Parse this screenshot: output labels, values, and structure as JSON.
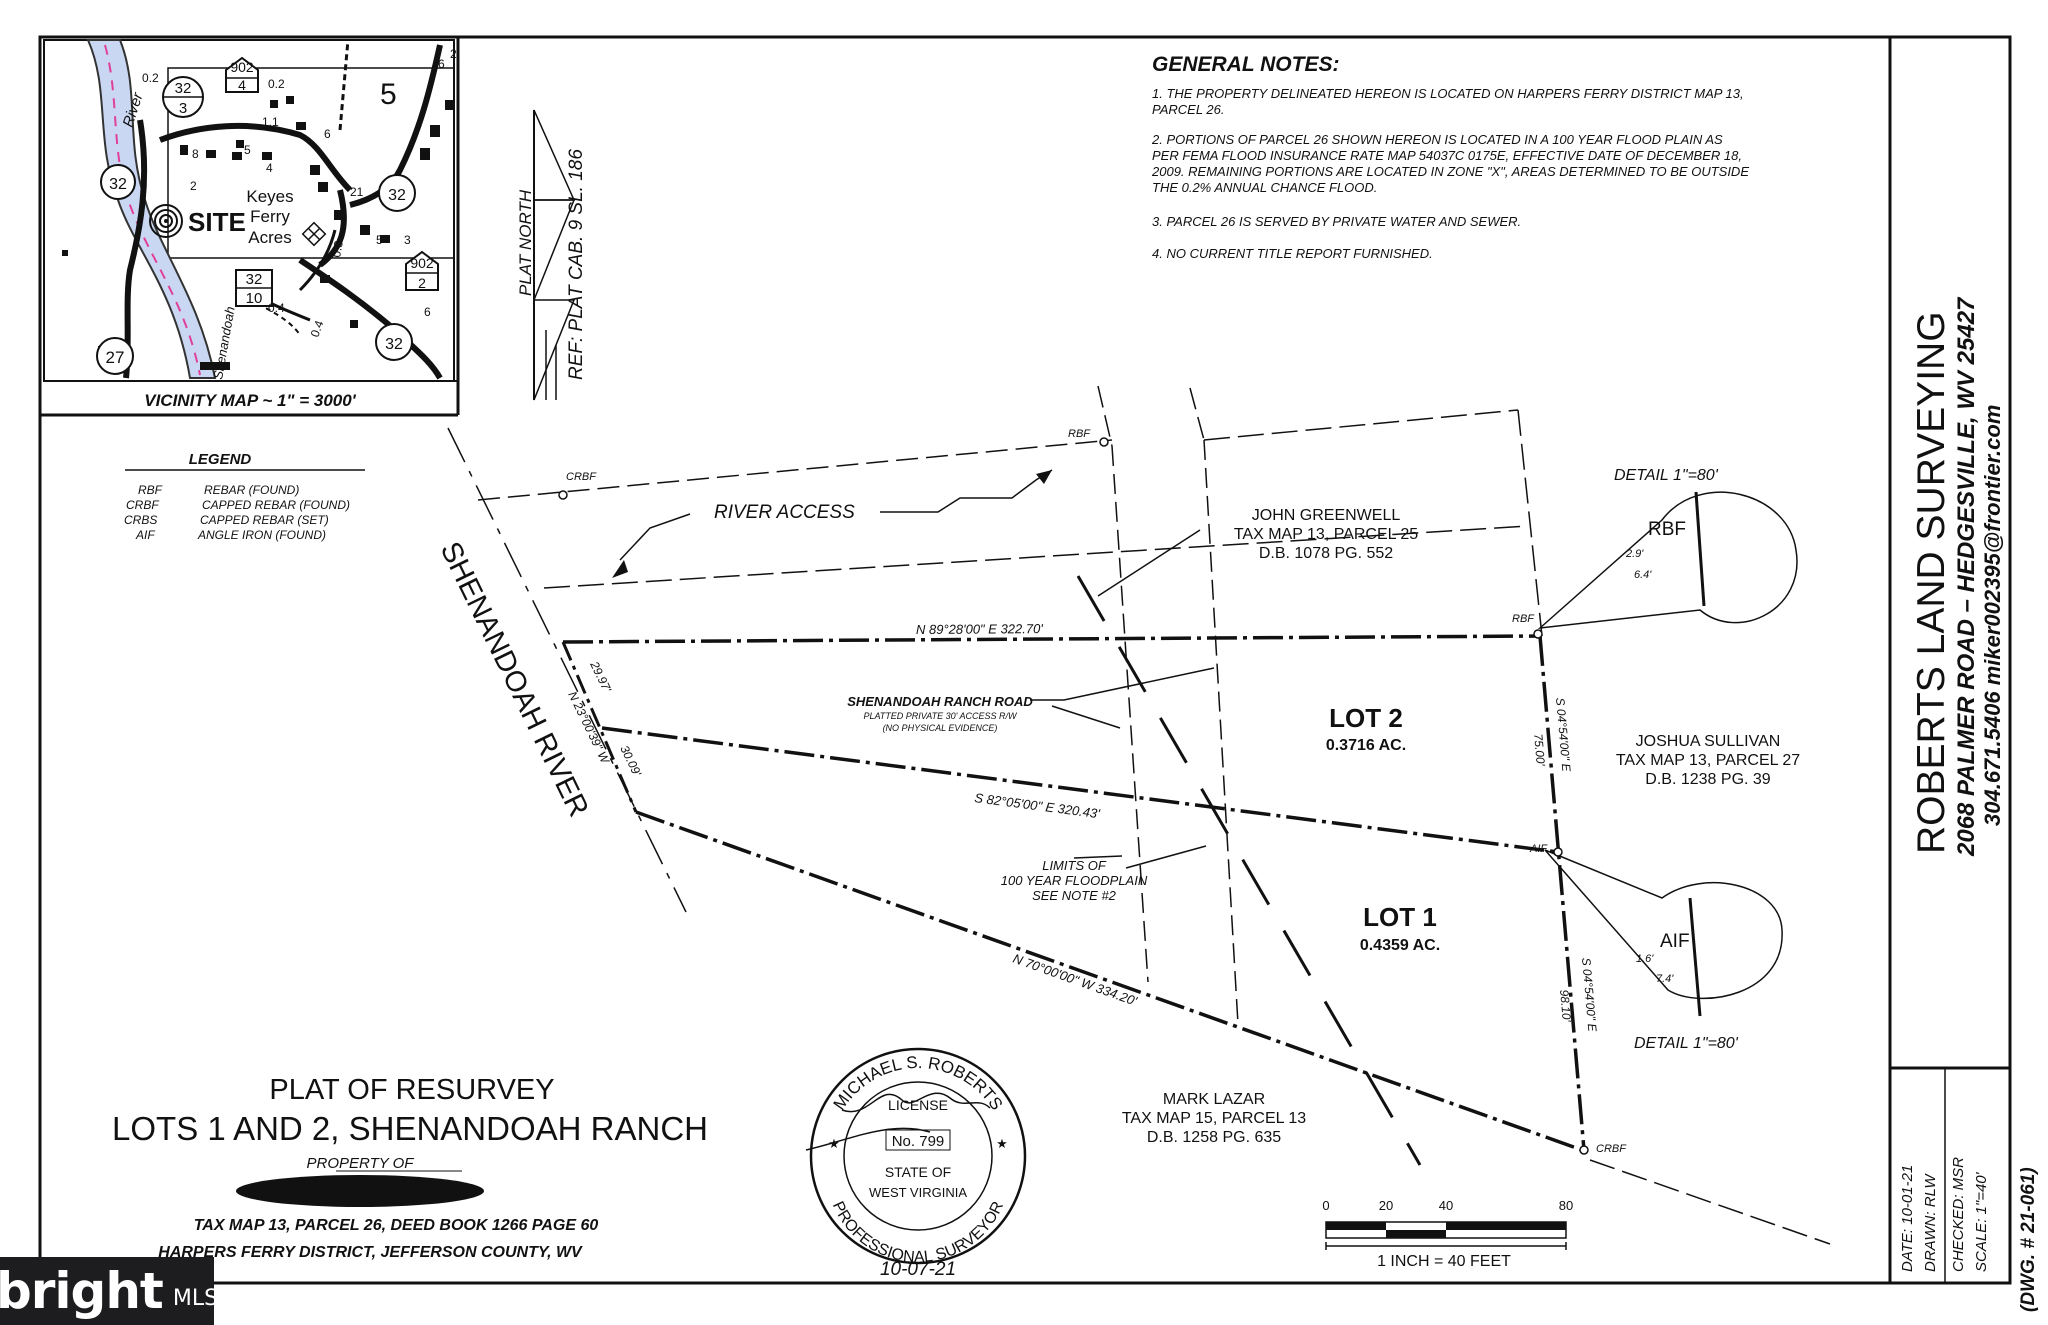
{
  "general_notes": {
    "title": "GENERAL NOTES:",
    "lines": [
      "1. THE PROPERTY DELINEATED HEREON IS LOCATED ON HARPERS FERRY DISTRICT MAP 13,",
      "PARCEL 26.",
      "2. PORTIONS OF PARCEL 26 SHOWN HEREON IS LOCATED IN A 100 YEAR FLOOD PLAIN AS",
      "PER FEMA FLOOD INSURANCE RATE MAP 54037C 0175E, EFFECTIVE DATE OF DECEMBER 18,",
      "2009.  REMAINING PORTIONS ARE LOCATED IN ZONE \"X\", AREAS DETERMINED TO BE OUTSIDE",
      "THE 0.2% ANNUAL CHANCE FLOOD.",
      "3. PARCEL 26 IS SERVED BY PRIVATE WATER AND SEWER.",
      "4. NO CURRENT TITLE REPORT FURNISHED."
    ]
  },
  "vicinity_map": {
    "caption": "VICINITY MAP ~ 1\" = 3000'",
    "site_label": "SITE",
    "subdivision_line1": "Keyes",
    "subdivision_line2": "Ferry",
    "subdivision_line3": "Acres",
    "river_label": "River",
    "shenandoah_label": "Shenandoah",
    "map_number": "5",
    "route_27": "27",
    "route_32a": "32",
    "route_32b": "32",
    "route_32c": "32",
    "route_32d": "32",
    "route_32_3_top": "32",
    "route_32_3_bottom": "3",
    "route_32_10_top": "32",
    "route_32_10_bottom": "10",
    "route_902_4_top": "902",
    "route_902_4_bottom": "4",
    "route_902_2_top": "902",
    "route_902_2_bottom": "2",
    "mile_labels": [
      "0.2",
      "0.2",
      "1.1",
      "0.3",
      "0.4",
      "0.4"
    ],
    "small_numbers": [
      "8",
      "5",
      "4",
      "6",
      "21",
      "5",
      "3",
      "6",
      "2",
      "2",
      "6"
    ]
  },
  "north_arrow": {
    "label": "PLAT NORTH",
    "reference": "REF: PLAT CAB. 9 SL. 186"
  },
  "legend": {
    "title": "LEGEND",
    "items": [
      {
        "abbr": "RBF",
        "desc": "REBAR (FOUND)"
      },
      {
        "abbr": "CRBF",
        "desc": "CAPPED REBAR (FOUND)"
      },
      {
        "abbr": "CRBS",
        "desc": "CAPPED REBAR (SET)"
      },
      {
        "abbr": "AIF",
        "desc": "ANGLE IRON (FOUND)"
      }
    ]
  },
  "plat": {
    "river_label": "SHENANDOAH RIVER",
    "river_access": "RIVER ACCESS",
    "north_neighbor": [
      "JOHN GREENWELL",
      "TAX MAP 13, PARCEL 25",
      "D.B. 1078 PG. 552"
    ],
    "east_neighbor": [
      "JOSHUA SULLIVAN",
      "TAX MAP 13, PARCEL 27",
      "D.B. 1238   PG. 39"
    ],
    "south_neighbor": [
      "MARK LAZAR",
      "TAX MAP 15, PARCEL 13",
      "D.B. 1258   PG. 635"
    ],
    "lot2_name": "LOT 2",
    "lot2_area": "0.3716 AC.",
    "lot1_name": "LOT 1",
    "lot1_area": "0.4359 AC.",
    "road_name": "SHENANDOAH RANCH ROAD",
    "road_note1": "PLATTED PRIVATE 30' ACCESS R/W",
    "road_note2": "(NO PHYSICAL EVIDENCE)",
    "floodplain_note": [
      "LIMITS OF",
      "100 YEAR FLOODPLAIN",
      "SEE NOTE #2"
    ],
    "call_north": "N 89°28'00\" E   322.70'",
    "call_middle": "S 82°05'00\" E   320.43'",
    "call_south": "N 70°00'00\" W   334.20'",
    "call_west": "N 23°00'39\" W",
    "dist_west_a": "29.97'",
    "dist_west_b": "30.09'",
    "call_east_upper": "S 04°54'00\" E",
    "dist_east_upper": "75.00'",
    "call_east_lower": "S 04°54'00\" E",
    "dist_east_lower": "98.10'",
    "monuments": [
      "CRBF",
      "RBF",
      "RBF",
      "AIF",
      "CRBF"
    ]
  },
  "details": {
    "upper_scale": "DETAIL 1\"=80'",
    "upper_name": "RBF",
    "upper_dim1": "2.9'",
    "upper_dim2": "6.4'",
    "lower_scale": "DETAIL 1\"=80'",
    "lower_name": "AIF",
    "lower_dim1": "1.6'",
    "lower_dim2": "7.4'"
  },
  "title_block": {
    "line1": "PLAT OF RESURVEY",
    "line2": "LOTS 1 AND 2, SHENANDOAH RANCH",
    "property_of": "PROPERTY OF",
    "line3": "TAX MAP 13, PARCEL 26, DEED BOOK 1266 PAGE 60",
    "line4": "HARPERS FERRY DISTRICT, JEFFERSON COUNTY, WV"
  },
  "seal": {
    "outer_top": "MICHAEL S. ROBERTS",
    "outer_bottom": "PROFESSIONAL SURVEYOR",
    "license": "LICENSE",
    "number": "No. 799",
    "state1": "STATE OF",
    "state2": "WEST VIRGINIA",
    "date": "10-07-21"
  },
  "scale_bar": {
    "ticks": [
      "0",
      "20",
      "40",
      "80"
    ],
    "caption": "1 INCH = 40 FEET"
  },
  "firm": {
    "name": "ROBERTS LAND SURVEYING",
    "address": "2068 PALMER ROAD – HEDGESVILLE, WV 25427",
    "contact": "304.671.5406          miker002395@frontier.com"
  },
  "drawing_info": {
    "date": "DATE:    10-01-21",
    "drawn": "DRAWN:   RLW",
    "checked": "CHECKED:  MSR",
    "scale": "SCALE:   1\"=40'",
    "dwg": "(DWG. # 21-061)"
  },
  "watermark": {
    "word": "bright",
    "suffix": "MLS"
  }
}
